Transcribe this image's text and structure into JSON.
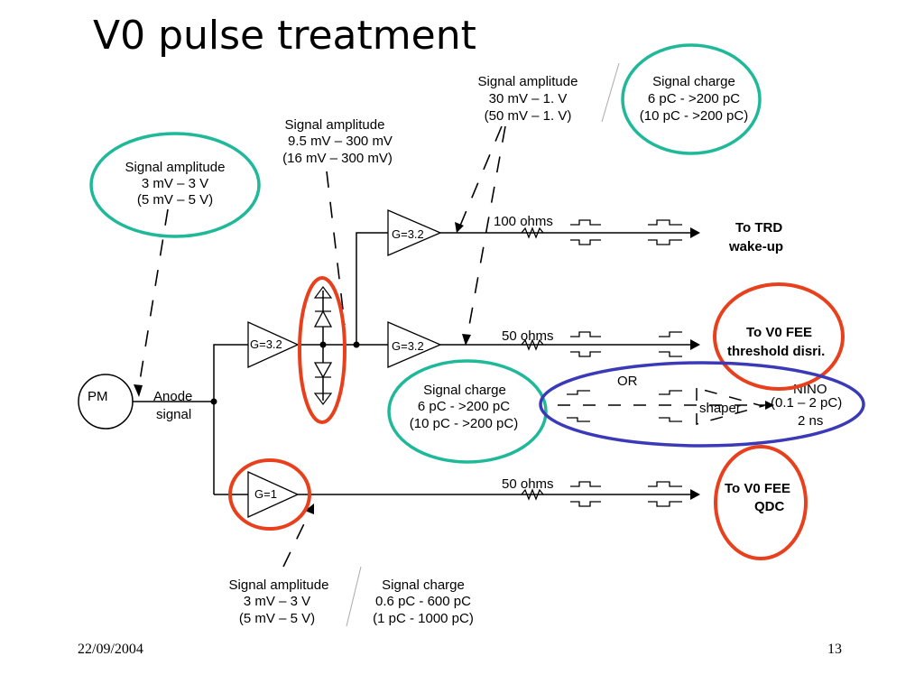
{
  "slide": {
    "title": "V0 pulse treatment",
    "footer_date": "22/09/2004",
    "page_number": "13"
  },
  "components": {
    "pm": "PM",
    "anode_line1": "Anode",
    "anode_line2": "signal",
    "amp_main": "G=3.2",
    "amp_top": "G=3.2",
    "amp_mid": "G=3.2",
    "amp_bottom": "G=1",
    "res_top": "100 ohms",
    "res_mid": "50 ohms",
    "res_bottom": "50 ohms",
    "or_label": "OR",
    "shaper": "shaper",
    "nino_line1": "NINO",
    "nino_line2": "(0.1 – 2 pC)",
    "nino_line3": "2 ns"
  },
  "outputs": {
    "trd_line1": "To TRD",
    "trd_line2": "wake-up",
    "fee_thr_line1": "To V0 FEE",
    "fee_thr_line2": "threshold disri.",
    "fee_qdc_line1": "To V0 FEE",
    "fee_qdc_line2": "QDC"
  },
  "annotations": {
    "amp_pm": [
      "Signal amplitude",
      "3 mV – 3 V",
      "(5 mV – 5 V)"
    ],
    "amp_diode": [
      "Signal amplitude",
      "9.5 mV – 300 mV",
      "(16 mV – 300 mV)"
    ],
    "amp_top": [
      "Signal amplitude",
      "30 mV – 1. V",
      "(50 mV – 1. V)"
    ],
    "charge_top": [
      "Signal charge",
      "6 pC - >200 pC",
      "(10 pC - >200 pC)"
    ],
    "charge_mid": [
      "Signal charge",
      "6 pC - >200 pC",
      "(10 pC - >200 pC)"
    ],
    "amp_bottom": [
      "Signal amplitude",
      "3 mV – 3 V",
      "(5 mV – 5 V)"
    ],
    "charge_bottom": [
      "Signal charge",
      "0.6 pC - 600 pC",
      "(1 pC - 1000 pC)"
    ]
  },
  "colors": {
    "teal_ellipse": "#1fb99a",
    "red_ellipse": "#e8401c",
    "blue_ellipse": "#3a3ab8"
  }
}
